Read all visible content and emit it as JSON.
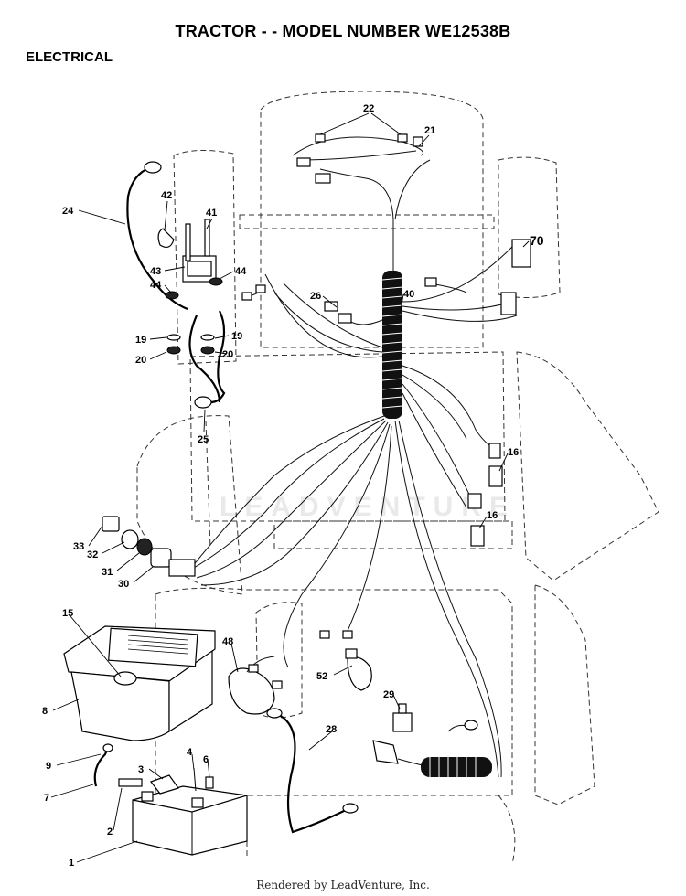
{
  "header": {
    "title": "TRACTOR - - MODEL NUMBER WE12538B",
    "section": "ELECTRICAL"
  },
  "watermark": "LEADVENTURE",
  "footer": "Rendered by LeadVenture, Inc.",
  "callouts": [
    "22",
    "21",
    "24",
    "42",
    "41",
    "70",
    "43",
    "44",
    "44",
    "26",
    "40",
    "19",
    "19",
    "20",
    "20",
    "25",
    "16",
    "16",
    "33",
    "32",
    "31",
    "30",
    "15",
    "48",
    "52",
    "8",
    "29",
    "28",
    "9",
    "3",
    "4",
    "6",
    "7",
    "2",
    "1"
  ]
}
